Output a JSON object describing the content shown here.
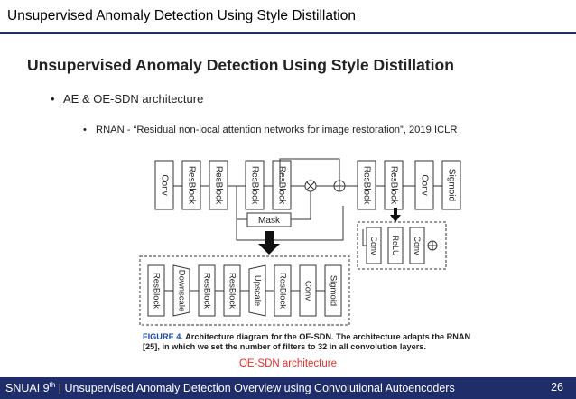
{
  "header": {
    "title": "Unsupervised Anomaly Detection Using Style Distillation"
  },
  "slide": {
    "title": "Unsupervised Anomaly Detection Using Style Distillation",
    "bullet1": "AE & OE-SDN architecture",
    "bullet2": "RNAN - “Residual non-local attention networks for image restoration”, 2019 ICLR"
  },
  "figure": {
    "top_blocks": [
      "Conv",
      "ResBlock",
      "ResBlock",
      "ResBlock",
      "ResBlock",
      "ResBlock",
      "ResBlock",
      "Conv",
      "Sigmoid"
    ],
    "mask_label": "Mask",
    "sub_blocks": [
      "Conv",
      "ReLU",
      "Conv"
    ],
    "bottom_blocks": [
      "ResBlock",
      "Downscale",
      "ResBlock",
      "ResBlock",
      "Upscale",
      "ResBlock",
      "Conv",
      "Sigmoid"
    ],
    "caption_label": "FIGURE 4.",
    "caption_text": "Architecture diagram for the OE-SDN. The architecture adapts the RNAN [25], in which we set the number of filters to 32 in all convolution layers.",
    "label": "OE-SDN architecture"
  },
  "footer": {
    "org": "SNUAI 9",
    "org_sup": "th",
    "sep": " | ",
    "subtitle": "Unsupervised Anomaly Detection Overview using Convolutional Autoencoders",
    "page": "26"
  },
  "colors": {
    "accent": "#1f2d6b",
    "highlight": "#e0312b",
    "caption_label": "#1a4aa0"
  }
}
